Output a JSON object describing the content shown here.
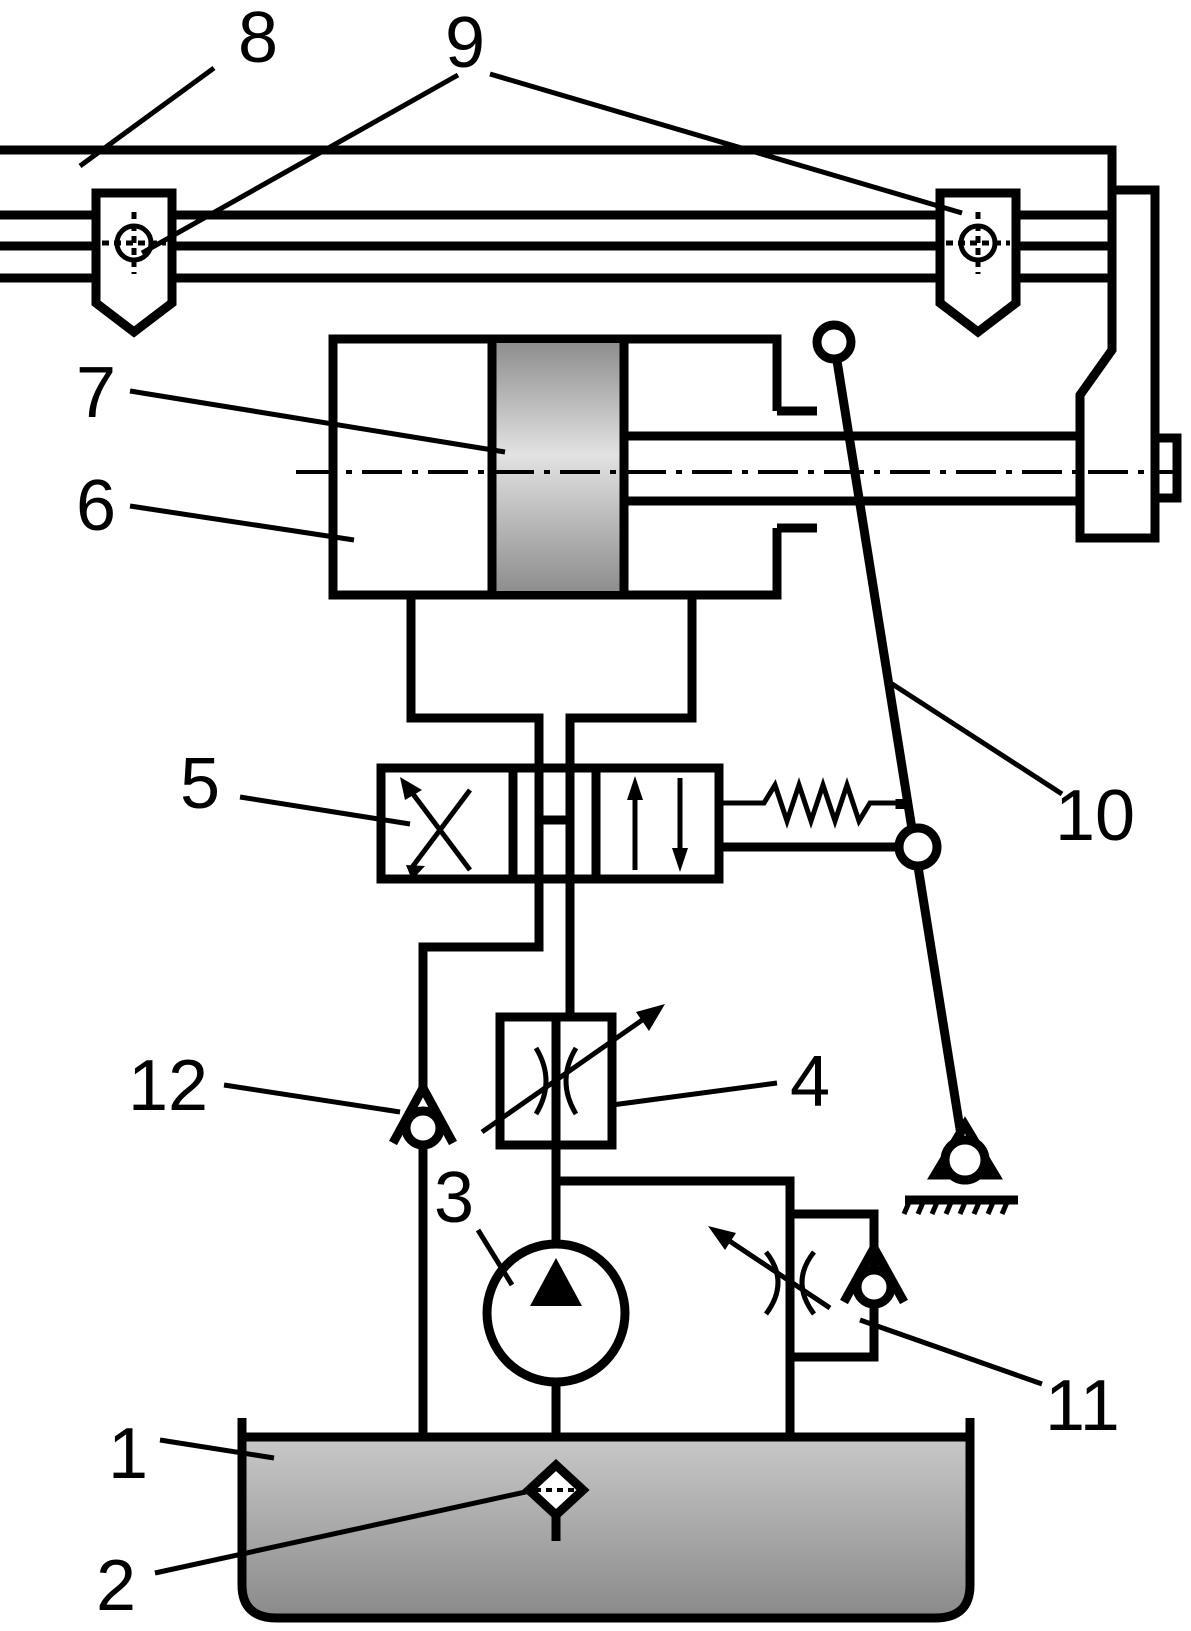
{
  "labels": {
    "tank": "1",
    "filter": "2",
    "pump": "3",
    "throttle_valve": "4",
    "directional_valve": "5",
    "cylinder": "6",
    "piston": "7",
    "table": "8",
    "stops": "9",
    "lever": "10",
    "throttle_check_valve": "11",
    "check_valve": "12"
  },
  "colors": {
    "line": "#000000",
    "background": "#ffffff",
    "tank_fluid": "#9c9c9c",
    "piston_light": "#e2e2e2",
    "piston_dark": "#8e8e8e"
  }
}
